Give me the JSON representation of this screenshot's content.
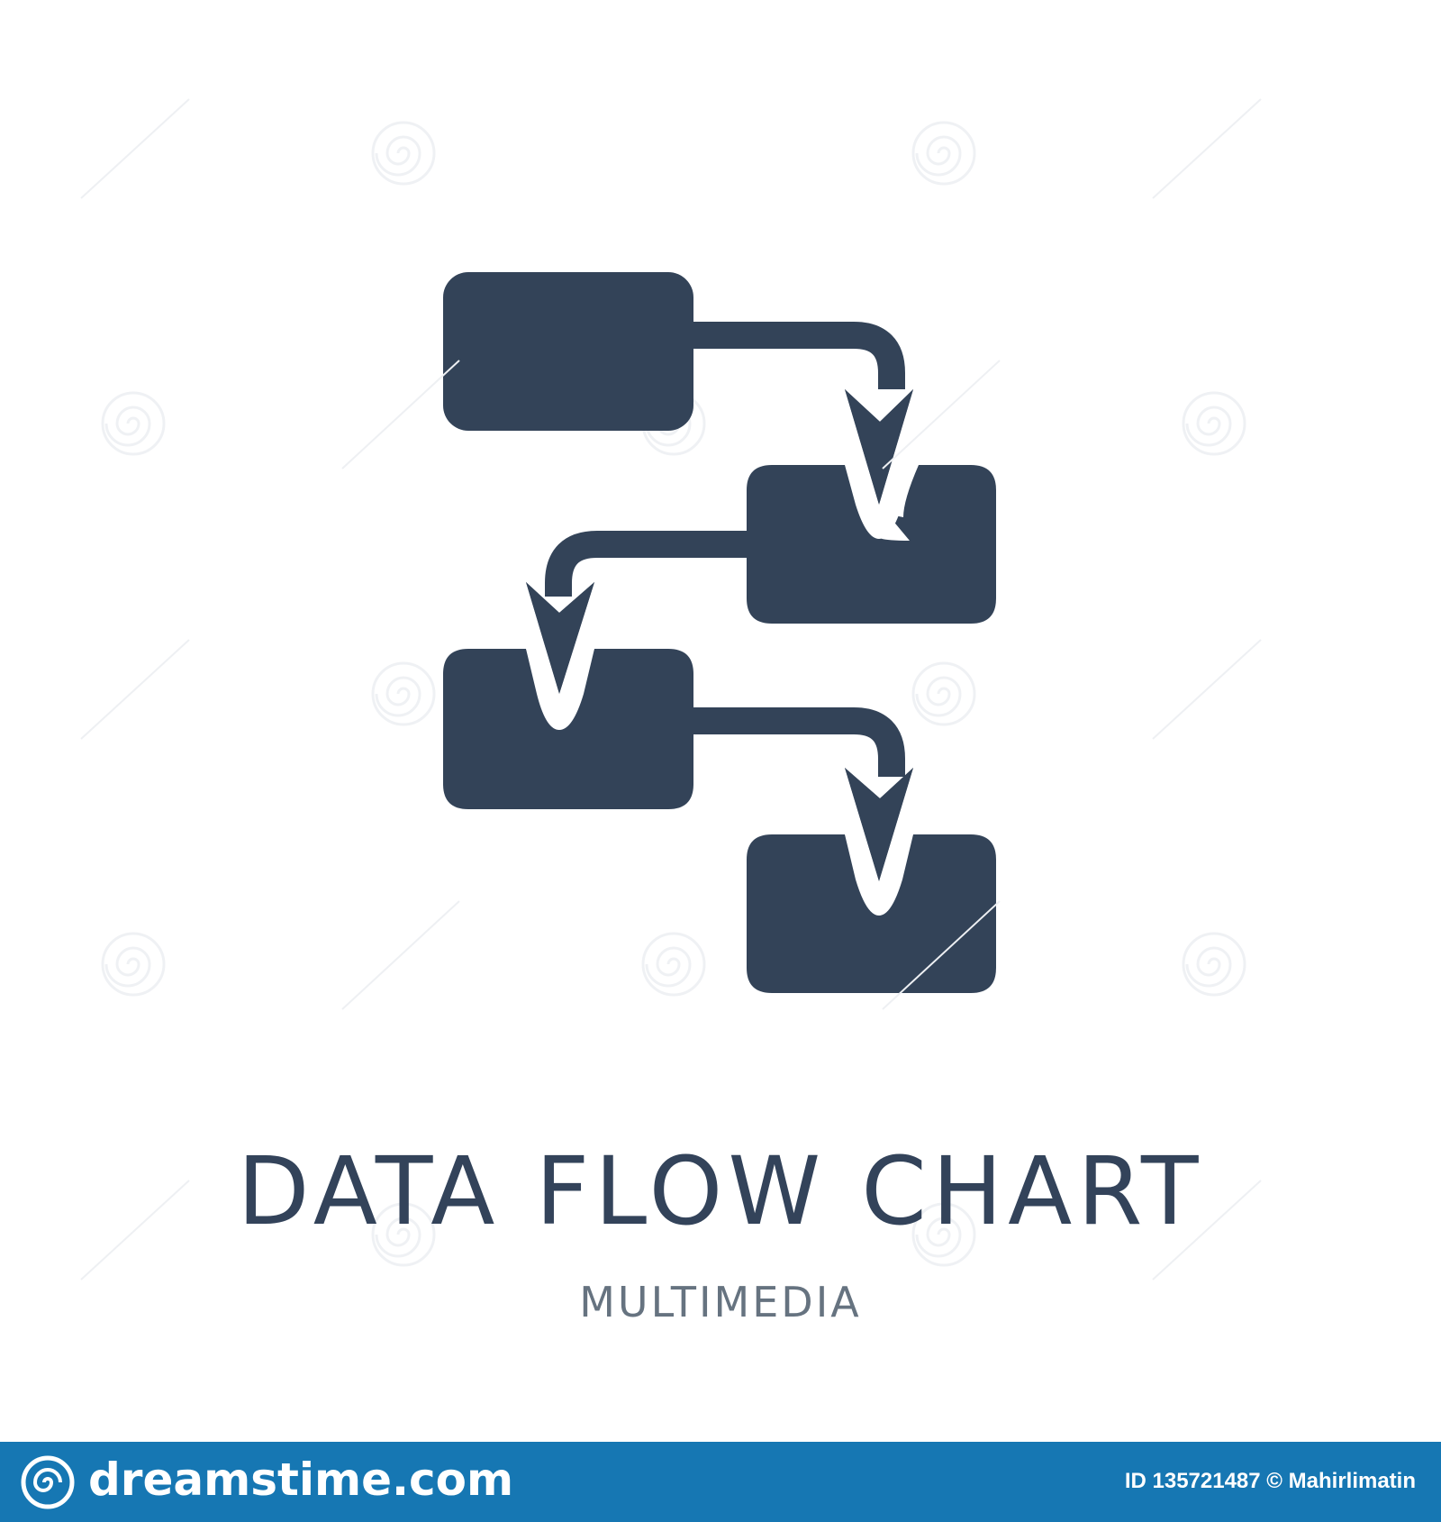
{
  "title": "DATA FLOW CHART",
  "subtitle": "MULTIMEDIA",
  "watermark": "dreamstime",
  "footer": {
    "brand": "dreamstime.com",
    "credit": "ID 135721487 © Mahirlimatin"
  },
  "colors": {
    "icon": "#334358",
    "title": "#33435a",
    "subtitle": "#667380",
    "footer_bg": "#1677b3",
    "footer_text": "#ffffff"
  },
  "icon": "data-flow-chart-icon"
}
